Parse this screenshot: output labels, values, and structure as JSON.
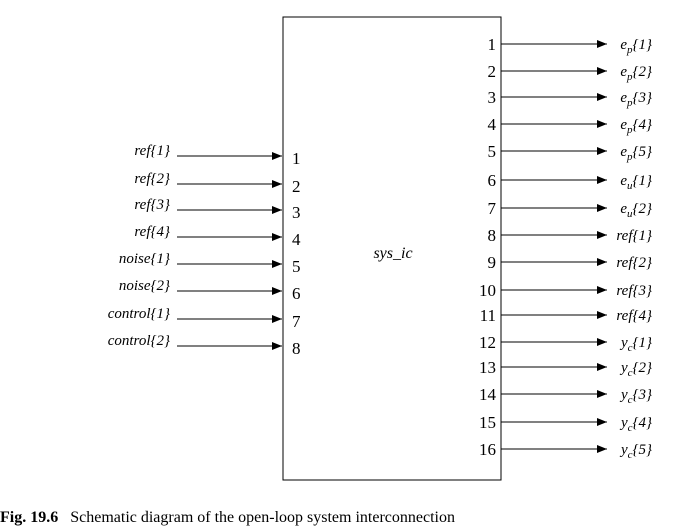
{
  "block": {
    "name": "sys_ic"
  },
  "inputs": [
    {
      "pin": "1",
      "signal": "ref{1}"
    },
    {
      "pin": "2",
      "signal": "ref{2}"
    },
    {
      "pin": "3",
      "signal": "ref{3}"
    },
    {
      "pin": "4",
      "signal": "ref{4}"
    },
    {
      "pin": "5",
      "signal": "noise{1}"
    },
    {
      "pin": "6",
      "signal": "noise{2}"
    },
    {
      "pin": "7",
      "signal": "control{1}"
    },
    {
      "pin": "8",
      "signal": "control{2}"
    }
  ],
  "outputs": [
    {
      "pin": "1",
      "base": "e",
      "sub": "p",
      "idx": "{1}"
    },
    {
      "pin": "2",
      "base": "e",
      "sub": "p",
      "idx": "{2}"
    },
    {
      "pin": "3",
      "base": "e",
      "sub": "p",
      "idx": "{3}"
    },
    {
      "pin": "4",
      "base": "e",
      "sub": "p",
      "idx": "{4}"
    },
    {
      "pin": "5",
      "base": "e",
      "sub": "p",
      "idx": "{5}"
    },
    {
      "pin": "6",
      "base": "e",
      "sub": "u",
      "idx": "{1}"
    },
    {
      "pin": "7",
      "base": "e",
      "sub": "u",
      "idx": "{2}"
    },
    {
      "pin": "8",
      "base": "ref",
      "sub": "",
      "idx": "{1}"
    },
    {
      "pin": "9",
      "base": "ref",
      "sub": "",
      "idx": "{2}"
    },
    {
      "pin": "10",
      "base": "ref",
      "sub": "",
      "idx": "{3}"
    },
    {
      "pin": "11",
      "base": "ref",
      "sub": "",
      "idx": "{4}"
    },
    {
      "pin": "12",
      "base": "y",
      "sub": "c",
      "idx": "{1}"
    },
    {
      "pin": "13",
      "base": "y",
      "sub": "c",
      "idx": "{2}"
    },
    {
      "pin": "14",
      "base": "y",
      "sub": "c",
      "idx": "{3}"
    },
    {
      "pin": "15",
      "base": "y",
      "sub": "c",
      "idx": "{4}"
    },
    {
      "pin": "16",
      "base": "y",
      "sub": "c",
      "idx": "{5}"
    }
  ],
  "caption": {
    "label": "Fig. 19.6",
    "text": "Schematic diagram of the open-loop system interconnection"
  }
}
